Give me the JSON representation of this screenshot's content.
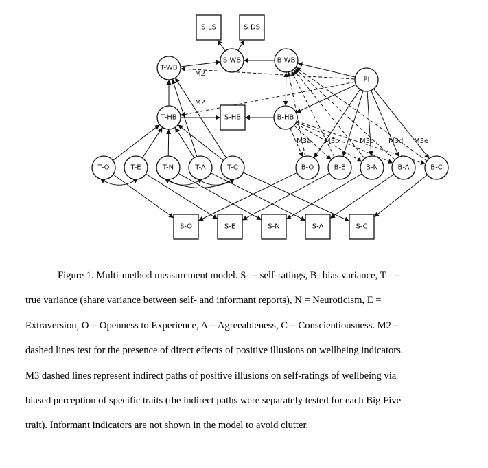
{
  "figure": {
    "nodes": {
      "S-LS": {
        "label": "S-LS",
        "shape": "box"
      },
      "S-DS": {
        "label": "S-DS",
        "shape": "box"
      },
      "S-WB": {
        "label": "S-WB",
        "shape": "circle"
      },
      "B-WB": {
        "label": "B-WB",
        "shape": "circle"
      },
      "T-WB": {
        "label": "T-WB",
        "shape": "circle"
      },
      "PI": {
        "label": "PI",
        "shape": "circle"
      },
      "T-HB": {
        "label": "T-HB",
        "shape": "circle"
      },
      "S-HB": {
        "label": "S-HB",
        "shape": "box"
      },
      "B-HB": {
        "label": "B-HB",
        "shape": "circle"
      },
      "T-O": {
        "label": "T-O",
        "shape": "circle"
      },
      "T-E": {
        "label": "T-E",
        "shape": "circle"
      },
      "T-N": {
        "label": "T-N",
        "shape": "circle"
      },
      "T-A": {
        "label": "T-A",
        "shape": "circle"
      },
      "T-C": {
        "label": "T-C",
        "shape": "circle"
      },
      "B-O": {
        "label": "B-O",
        "shape": "circle"
      },
      "B-E": {
        "label": "B-E",
        "shape": "circle"
      },
      "B-N": {
        "label": "B-N",
        "shape": "circle"
      },
      "B-A": {
        "label": "B-A",
        "shape": "circle"
      },
      "B-C": {
        "label": "B-C",
        "shape": "circle"
      },
      "S-O": {
        "label": "S-O",
        "shape": "box"
      },
      "S-E": {
        "label": "S-E",
        "shape": "box"
      },
      "S-N": {
        "label": "S-N",
        "shape": "box"
      },
      "S-A": {
        "label": "S-A",
        "shape": "box"
      },
      "S-C": {
        "label": "S-C",
        "shape": "box"
      }
    },
    "edges": [
      {
        "from": "S-WB",
        "to": "S-LS",
        "style": "solid"
      },
      {
        "from": "S-WB",
        "to": "S-DS",
        "style": "solid"
      },
      {
        "from": "T-WB",
        "to": "S-WB",
        "style": "solid"
      },
      {
        "from": "B-WB",
        "to": "S-WB",
        "style": "solid"
      },
      {
        "from": "PI",
        "to": "B-WB",
        "style": "solid"
      },
      {
        "from": "PI",
        "to": "B-HB",
        "style": "solid"
      },
      {
        "from": "PI",
        "to": "T-WB",
        "style": "dashed",
        "label": "M2"
      },
      {
        "from": "PI",
        "to": "T-HB",
        "style": "dashed",
        "label": "M2"
      },
      {
        "from": "B-WB",
        "to": "B-HB",
        "style": "solid",
        "bidirectional": true
      },
      {
        "from": "T-HB",
        "to": "T-WB",
        "style": "solid"
      },
      {
        "from": "T-HB",
        "to": "S-HB",
        "style": "solid"
      },
      {
        "from": "B-HB",
        "to": "S-HB",
        "style": "solid"
      },
      {
        "from": "T-O",
        "to": "T-HB",
        "style": "solid"
      },
      {
        "from": "T-E",
        "to": "T-HB",
        "style": "solid"
      },
      {
        "from": "T-N",
        "to": "T-HB",
        "style": "solid"
      },
      {
        "from": "T-A",
        "to": "T-HB",
        "style": "solid"
      },
      {
        "from": "T-C",
        "to": "T-HB",
        "style": "solid"
      },
      {
        "from": "T-A",
        "to": "T-WB",
        "style": "solid"
      },
      {
        "from": "T-C",
        "to": "T-WB",
        "style": "solid"
      },
      {
        "from": "PI",
        "to": "B-O",
        "style": "solid"
      },
      {
        "from": "PI",
        "to": "B-E",
        "style": "solid"
      },
      {
        "from": "PI",
        "to": "B-N",
        "style": "solid"
      },
      {
        "from": "PI",
        "to": "B-A",
        "style": "solid"
      },
      {
        "from": "PI",
        "to": "B-C",
        "style": "solid"
      },
      {
        "from": "B-O",
        "to": "B-WB",
        "style": "dashed"
      },
      {
        "from": "B-E",
        "to": "B-WB",
        "style": "dashed"
      },
      {
        "from": "B-N",
        "to": "B-WB",
        "style": "dashed"
      },
      {
        "from": "B-A",
        "to": "B-WB",
        "style": "dashed"
      },
      {
        "from": "B-C",
        "to": "B-WB",
        "style": "dashed"
      },
      {
        "from": "B-HB",
        "to": "B-O",
        "style": "dashed",
        "label": "M3a"
      },
      {
        "from": "B-HB",
        "to": "B-E",
        "style": "dashed",
        "label": "M3b"
      },
      {
        "from": "B-HB",
        "to": "B-N",
        "style": "dashed",
        "label": "M3c"
      },
      {
        "from": "B-HB",
        "to": "B-A",
        "style": "dashed",
        "label": "M3d"
      },
      {
        "from": "B-HB",
        "to": "B-C",
        "style": "dashed",
        "label": "M3e"
      },
      {
        "from": "T-O",
        "to": "S-O",
        "style": "solid"
      },
      {
        "from": "T-E",
        "to": "S-E",
        "style": "solid"
      },
      {
        "from": "T-N",
        "to": "S-N",
        "style": "solid"
      },
      {
        "from": "T-A",
        "to": "S-A",
        "style": "solid"
      },
      {
        "from": "T-C",
        "to": "S-C",
        "style": "solid"
      },
      {
        "from": "B-O",
        "to": "S-O",
        "style": "solid"
      },
      {
        "from": "B-E",
        "to": "S-E",
        "style": "solid"
      },
      {
        "from": "B-N",
        "to": "S-N",
        "style": "solid"
      },
      {
        "from": "B-A",
        "to": "S-A",
        "style": "solid"
      },
      {
        "from": "B-C",
        "to": "S-C",
        "style": "solid"
      }
    ],
    "covariances": [
      {
        "a": "T-O",
        "b": "T-E"
      },
      {
        "a": "T-N",
        "b": "T-A"
      },
      {
        "a": "T-N",
        "b": "T-C"
      },
      {
        "a": "T-A",
        "b": "T-C"
      }
    ],
    "labels": {
      "m2_top": "M2",
      "m2_mid": "M2",
      "m3a": "M3a",
      "m3b": "M3b",
      "m3c": "M3c",
      "m3d": "M3d",
      "m3e": "M3e"
    }
  },
  "caption": {
    "lines": [
      "Figure 1. Multi-method measurement model. S- = self-ratings, B- bias variance, T - =",
      "true variance (share variance between self- and informant reports), N = Neuroticism, E =",
      "Extraversion, O = Openness to Experience, A = Agreeableness, C = Conscientiousness. M2 =",
      "dashed lines test for the presence of direct effects of positive illusions on wellbeing indicators.",
      "M3 dashed lines represent indirect paths of positive illusions on self-ratings of wellbeing via",
      "biased perception of specific traits (the indirect paths were separately tested for each Big Five",
      "trait).  Informant indicators are not shown in the model to avoid clutter."
    ]
  }
}
